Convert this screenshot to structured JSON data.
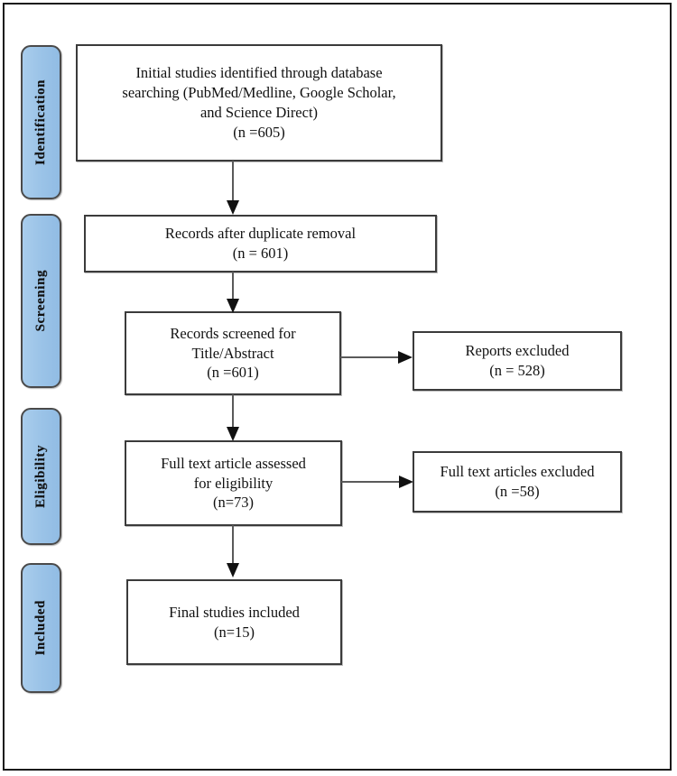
{
  "figure": {
    "type": "prisma-flow-diagram",
    "background_color": "#ffffff",
    "frame_color": "#1a1a1a",
    "stage_tab_color": "#9cc4e8",
    "box_border_color": "#3b3b3b",
    "connector_color": "#4a4a4a"
  },
  "stages": [
    {
      "id": "identification",
      "label": "Identification"
    },
    {
      "id": "screening",
      "label": "Screening"
    },
    {
      "id": "eligibility",
      "label": "Eligibility"
    },
    {
      "id": "included",
      "label": "Included"
    }
  ],
  "boxes": [
    {
      "id": "initial-studies",
      "stage": "identification",
      "text": "Initial studies identified through database\nsearching (PubMed/Medline, Google Scholar,\nand Science Direct)\n(n =605)",
      "count_label": "(n =605)",
      "count": 605
    },
    {
      "id": "records-after-duplicate-removal",
      "stage": "screening",
      "text": "Records after duplicate removal\n(n = 601)",
      "count_label": "(n = 601)",
      "count": 601
    },
    {
      "id": "records-screened",
      "stage": "screening",
      "text": "Records screened for\nTitle/Abstract\n(n =601)",
      "count_label": "(n =601)",
      "count": 601
    },
    {
      "id": "reports-excluded",
      "stage": "screening",
      "text": "Reports excluded\n(n = 528)",
      "count_label": "(n = 528)",
      "count": 528
    },
    {
      "id": "full-text-assessed",
      "stage": "eligibility",
      "text": "Full text article assessed\nfor eligibility\n(n=73)",
      "count_label": "(n=73)",
      "count": 73
    },
    {
      "id": "full-text-excluded",
      "stage": "eligibility",
      "text": "Full text articles excluded\n(n =58)",
      "count_label": "(n =58)",
      "count": 58
    },
    {
      "id": "final-studies-included",
      "stage": "included",
      "text": "Final studies included\n(n=15)",
      "count_label": "(n=15)",
      "count": 15
    }
  ],
  "connectors": [
    {
      "id": "initial-to-duplicate",
      "from": "initial-studies",
      "to": "records-after-duplicate-removal",
      "direction": "down"
    },
    {
      "id": "duplicate-to-screened",
      "from": "records-after-duplicate-removal",
      "to": "records-screened",
      "direction": "down"
    },
    {
      "id": "screened-to-reports-excluded",
      "from": "records-screened",
      "to": "reports-excluded",
      "direction": "right"
    },
    {
      "id": "screened-to-fulltext",
      "from": "records-screened",
      "to": "full-text-assessed",
      "direction": "down"
    },
    {
      "id": "fulltext-to-fulltext-excluded",
      "from": "full-text-assessed",
      "to": "full-text-excluded",
      "direction": "right"
    },
    {
      "id": "fulltext-to-final",
      "from": "full-text-assessed",
      "to": "final-studies-included",
      "direction": "down"
    }
  ]
}
